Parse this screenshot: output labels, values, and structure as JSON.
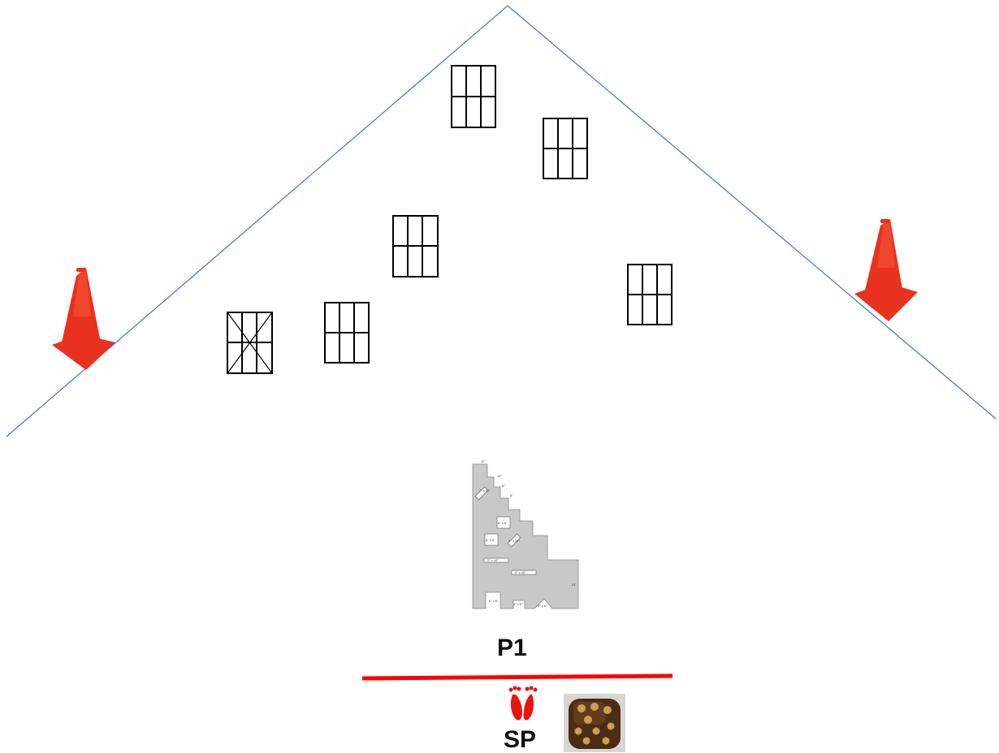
{
  "stage": {
    "labels": {
      "position_label": "P1",
      "start_label": "SP"
    },
    "colors": {
      "boundary": "#4472c4",
      "start_line": "#ff0000",
      "cone": "#e8321e",
      "footprints": "#e8140f",
      "barricade_fill": "#c8c8c8"
    },
    "barricade_notes": [
      "12\"",
      "12\"",
      "6\"",
      "6\"",
      "2\" x 12\"",
      "6\" x 6\"",
      "6\" x 6\"",
      "2\" x 12\"",
      "2\" x 10\"",
      "2\" x 10\"",
      "24\"",
      "6\" x 6\"",
      "3\" x 5\"",
      "6\" x 6\""
    ]
  },
  "icons": [
    "cone-icon",
    "cone-icon",
    "target-icon",
    "no-shoot-target-icon",
    "barricade-icon",
    "footprints-icon",
    "dice-icon"
  ]
}
